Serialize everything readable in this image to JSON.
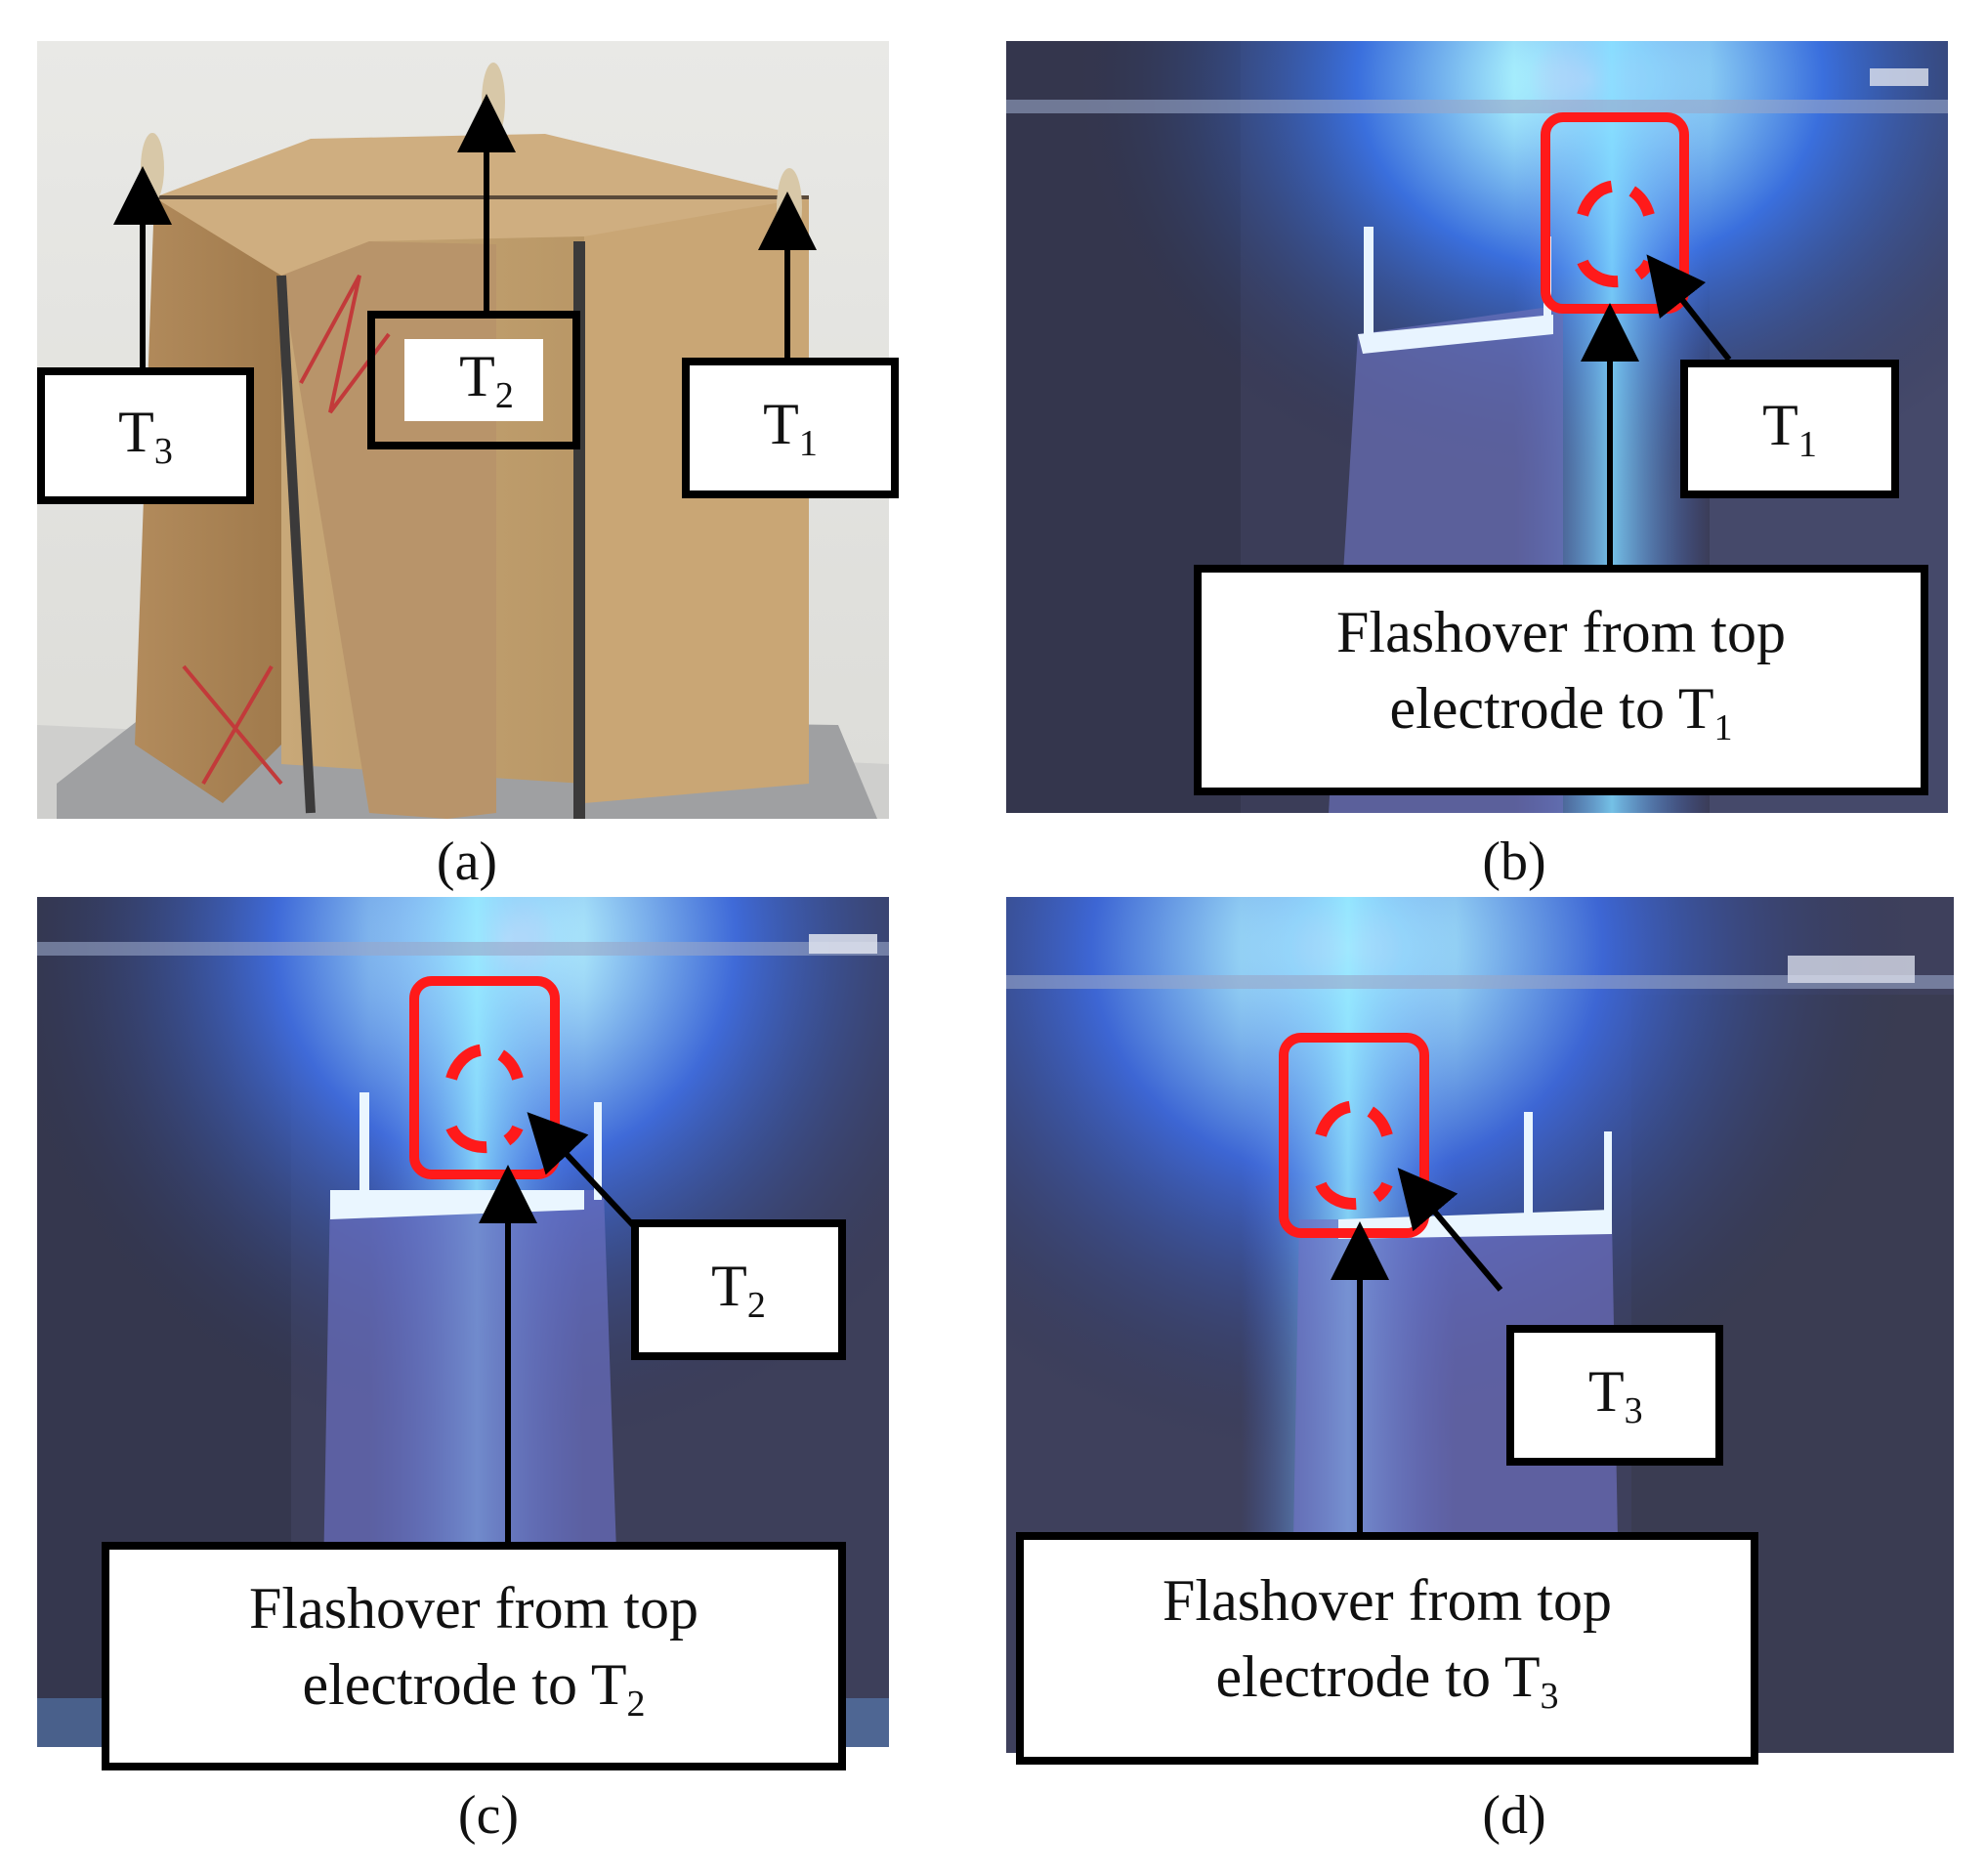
{
  "captions": {
    "a": "(a)",
    "b": "(b)",
    "c": "(c)",
    "d": "(d)"
  },
  "panel_a": {
    "labels": [
      {
        "name": "terminal-label-t3",
        "main": "T",
        "sub": "3"
      },
      {
        "name": "terminal-label-t2",
        "main": "T",
        "sub": "2"
      },
      {
        "name": "terminal-label-t1",
        "main": "T",
        "sub": "1"
      }
    ]
  },
  "panel_b": {
    "terminal": {
      "main": "T",
      "sub": "1"
    },
    "flash_line1": "Flashover from top",
    "flash_line2": "electrode to T",
    "flash_sub": "1"
  },
  "panel_c": {
    "terminal": {
      "main": "T",
      "sub": "2"
    },
    "flash_line1": "Flashover from top",
    "flash_line2": "electrode to T",
    "flash_sub": "2"
  },
  "panel_d": {
    "terminal": {
      "main": "T",
      "sub": "3"
    },
    "flash_line1": "Flashover from top",
    "flash_line2": "electrode to T",
    "flash_sub": "3"
  },
  "colors": {
    "highlight": "#ff1a1a",
    "arc": "#9ff3ff",
    "box_border": "#000000"
  }
}
